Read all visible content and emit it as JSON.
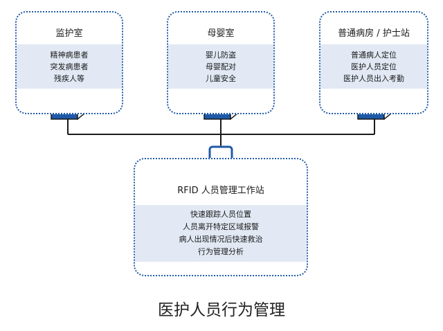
{
  "nodes": [
    {
      "id": "monitor",
      "title": "监护室",
      "items": [
        "精神病患者",
        "突发病患者",
        "残疾人等"
      ]
    },
    {
      "id": "maternity",
      "title": "母婴室",
      "items": [
        "婴儿防盗",
        "母婴配对",
        "儿童安全"
      ]
    },
    {
      "id": "ward",
      "title": "普通病房 / 护士站",
      "items": [
        "普通病人定位",
        "医护人员定位",
        "医护人员出入考勤"
      ]
    }
  ],
  "workstation": {
    "title": "RFID 人员管理工作站",
    "items": [
      "快速跟踪人员位置",
      "人员离开特定区域报警",
      "病人出现情况后快速救治",
      "行为管理分析"
    ]
  },
  "caption": "医护人员行为管理",
  "colors": {
    "accent": "#1f5aa8",
    "panel": "#e2e9f4",
    "line": "#1a1a1a"
  },
  "icons": {
    "reader": "rfid-reader-icon",
    "signal": "wifi-signal-icon",
    "monitor": "computer-monitor-icon"
  }
}
